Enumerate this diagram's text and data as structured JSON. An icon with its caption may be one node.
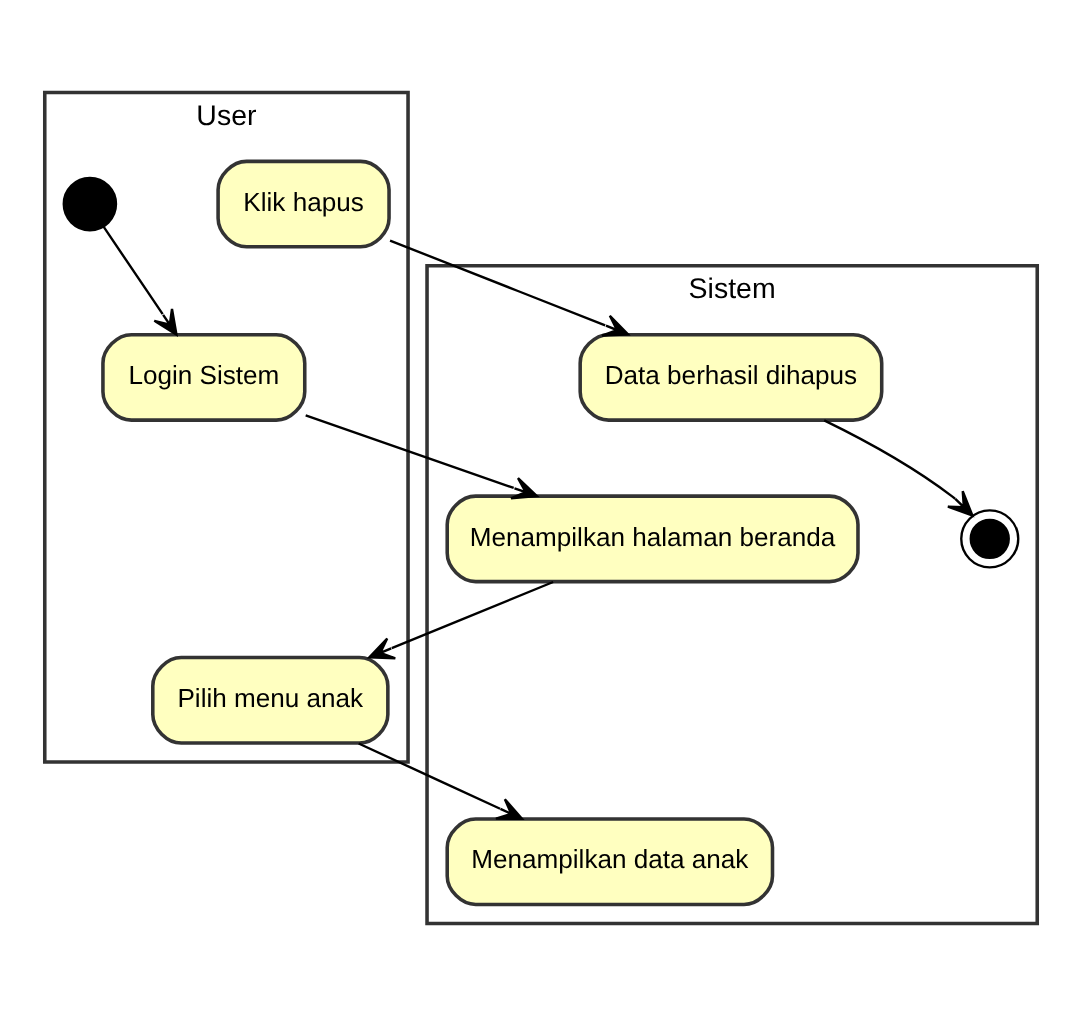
{
  "diagram": {
    "nodes": [
      {
        "text": [
          "User"
        ]
      },
      {
        "text": [
          "Sistem"
        ]
      },
      {
        "text": [],
        "shape": "circle",
        "in": 0
      },
      {
        "text": [
          "Login Sistem"
        ],
        "in": 0
      },
      {
        "text": [
          "Menampilkan halaman beranda"
        ],
        "in": 1
      },
      {
        "text": [
          "Pilih menu anak"
        ],
        "in": 0
      },
      {
        "text": [
          "Menampilkan data anak"
        ],
        "in": 1
      },
      {
        "text": [
          "Klik hapus"
        ],
        "in": 0
      },
      {
        "text": [
          "Data berhasil dihapus"
        ],
        "in": 1
      },
      {
        "text": [],
        "shape": "bullseye",
        "in": 1
      }
    ],
    "edges": [
      {
        "from": 2,
        "to": 3,
        "arrow": "to"
      },
      {
        "from": 3,
        "to": 4,
        "arrow": "to"
      },
      {
        "from": 4,
        "to": 5,
        "arrow": "to"
      },
      {
        "from": 5,
        "to": 6,
        "arrow": "to"
      },
      {
        "from": 7,
        "to": 8,
        "arrow": "to"
      },
      {
        "from": 8,
        "to": 9,
        "arrow": "to"
      }
    ]
  }
}
